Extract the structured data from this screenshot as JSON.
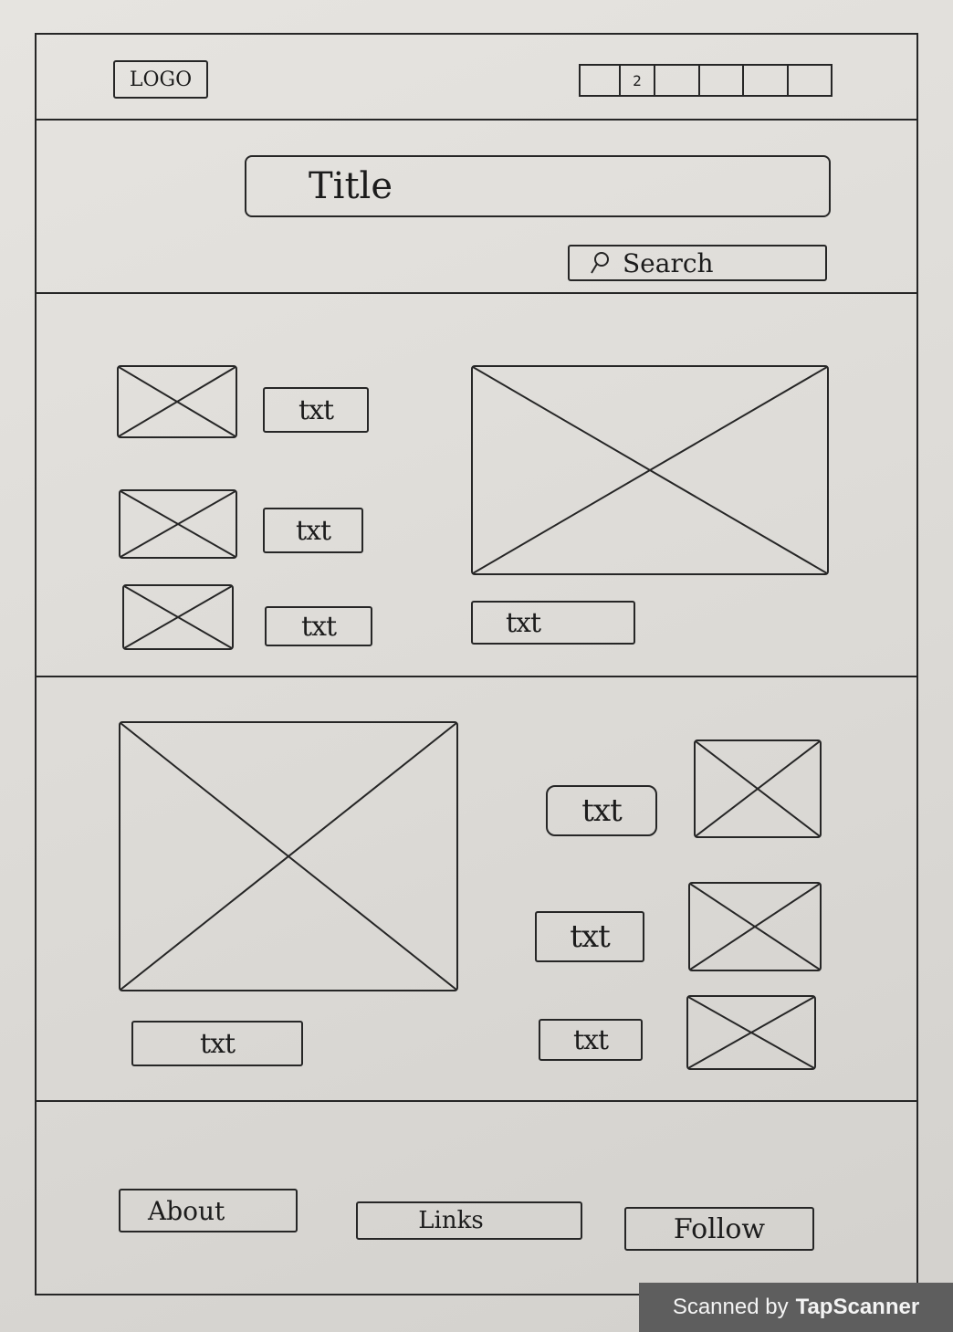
{
  "header": {
    "logo": "LOGO",
    "pagination": {
      "pages": [
        "",
        "2",
        "",
        "",
        "",
        ""
      ]
    }
  },
  "hero": {
    "title": "Title",
    "search_label": "Search"
  },
  "section1": {
    "list_items": [
      {
        "label": "txt"
      },
      {
        "label": "txt"
      },
      {
        "label": "txt"
      }
    ],
    "feature_caption": "txt"
  },
  "section2": {
    "feature_caption": "txt",
    "list_items": [
      {
        "label": "txt"
      },
      {
        "label": "txt"
      },
      {
        "label": "txt"
      }
    ]
  },
  "footer": {
    "links": [
      "About",
      "Links",
      "Follow"
    ]
  },
  "watermark": {
    "prefix": "Scanned by",
    "brand": "TapScanner"
  }
}
